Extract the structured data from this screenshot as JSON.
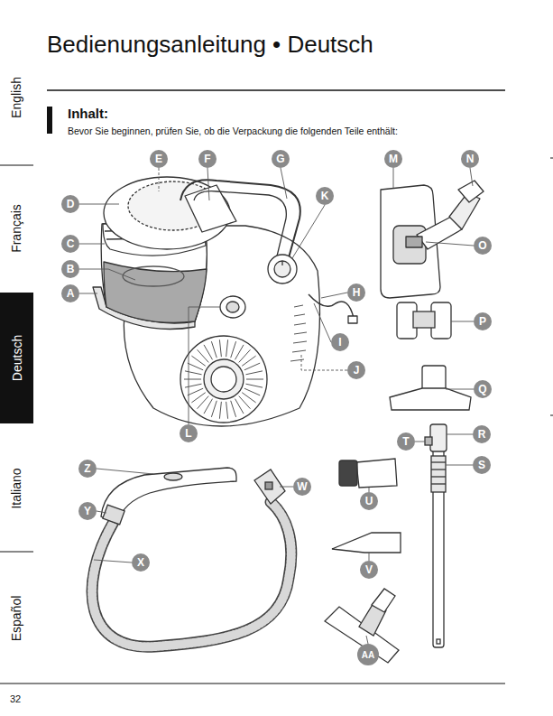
{
  "diagram": {
    "title": "Bedienungsanleitung • Deutsch",
    "nodes": [
      {
        "text": [
          "E"
        ]
      },
      {
        "text": [
          "F"
        ]
      },
      {
        "text": [
          "G"
        ]
      },
      {
        "text": [
          "M"
        ]
      },
      {
        "text": [
          "N"
        ]
      },
      {
        "text": [
          "D"
        ]
      },
      {
        "text": [
          "K"
        ]
      },
      {
        "text": [
          "C"
        ]
      },
      {
        "text": [
          "O"
        ]
      },
      {
        "text": [
          "B"
        ]
      },
      {
        "text": [
          "Deutsch"
        ]
      },
      {
        "text": [
          "H"
        ]
      },
      {
        "text": [
          "A"
        ]
      },
      {
        "text": [
          "P"
        ]
      },
      {
        "text": [
          "I"
        ]
      },
      {
        "text": [
          "J"
        ]
      },
      {
        "text": [
          "Q"
        ]
      },
      {
        "text": [
          "L"
        ]
      },
      {
        "text": [
          "R"
        ]
      },
      {
        "text": [
          "T"
        ]
      },
      {
        "text": [
          "S"
        ]
      },
      {
        "text": [
          "Z"
        ]
      },
      {
        "text": [
          "W"
        ]
      },
      {
        "text": [
          "U"
        ]
      },
      {
        "text": [
          "Y"
        ]
      },
      {
        "text": [
          "X"
        ]
      },
      {
        "text": [
          "V"
        ]
      },
      {
        "text": [
          "AA"
        ]
      }
    ],
    "labels": [
      "Inhalt:",
      "Bevor Sie beginnen, prüfen Sie, ob die Verpackung die folgenden Teile enthält:",
      "English",
      "Français",
      "Italiano",
      "Español",
      "32"
    ]
  }
}
